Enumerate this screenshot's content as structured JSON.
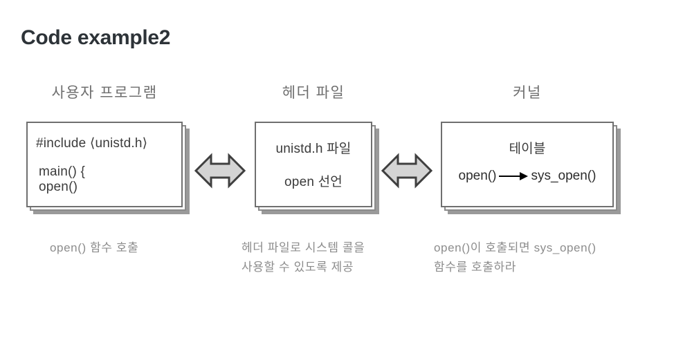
{
  "slide": {
    "title": "Code example2",
    "background_color": "#ffffff",
    "title_color": "#2d3338"
  },
  "columns": [
    {
      "id": "user-program",
      "header": "사용자 프로그램",
      "box_lines": [
        "#include ⟨unistd.h⟩",
        "main() {",
        "open()"
      ],
      "caption_lines": [
        "open() 함수 호출"
      ]
    },
    {
      "id": "header-file",
      "header": "헤더 파일",
      "box_lines": [
        "unistd.h 파일",
        "open 선언"
      ],
      "caption_lines": [
        "헤더 파일로 시스템 콜을",
        "사용할 수 있도록 제공"
      ]
    },
    {
      "id": "kernel",
      "header": "커널",
      "box_lines": [
        "테이블",
        "open()",
        "sys_open()"
      ],
      "caption_lines": [
        "open()이 호출되면 sys_open()",
        "함수를 호출하라"
      ]
    }
  ],
  "connectors": [
    {
      "id": "arrow-user-header",
      "type": "double-headed-arrow",
      "fill": "#d4d4d4",
      "stroke": "#3f3f3f"
    },
    {
      "id": "arrow-header-kernel",
      "type": "double-headed-arrow",
      "fill": "#d4d4d4",
      "stroke": "#3f3f3f"
    }
  ],
  "inline_arrow": {
    "type": "right-arrow",
    "color": "#000000"
  },
  "style": {
    "header_color": "#6e6e6e",
    "caption_color": "#8c8c8c",
    "box_border": "#6f6f6f",
    "box_shadow": "#9a9a9a"
  }
}
